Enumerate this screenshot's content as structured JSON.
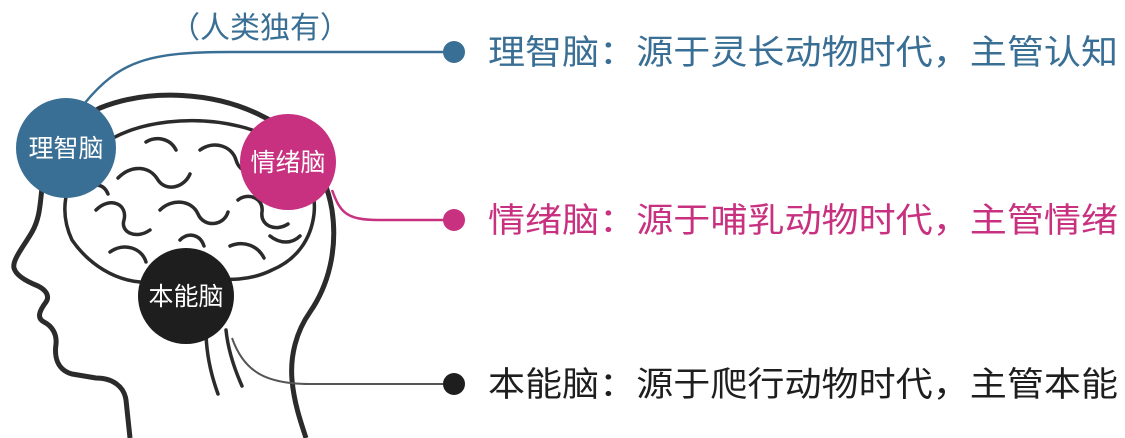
{
  "colors": {
    "rational": "#3a6f95",
    "emotional": "#c8317f",
    "instinct": "#1e1e1e",
    "outline": "#2b2b2b"
  },
  "note": "（人类独有）",
  "brains": [
    {
      "key": "rational",
      "label": "理智脑",
      "description": "理智脑：源于灵长动物时代，主管认知"
    },
    {
      "key": "emotional",
      "label": "情绪脑",
      "description": "情绪脑：源于哺乳动物时代，主管情绪"
    },
    {
      "key": "instinct",
      "label": "本能脑",
      "description": "本能脑：源于爬行动物时代，主管本能"
    }
  ]
}
